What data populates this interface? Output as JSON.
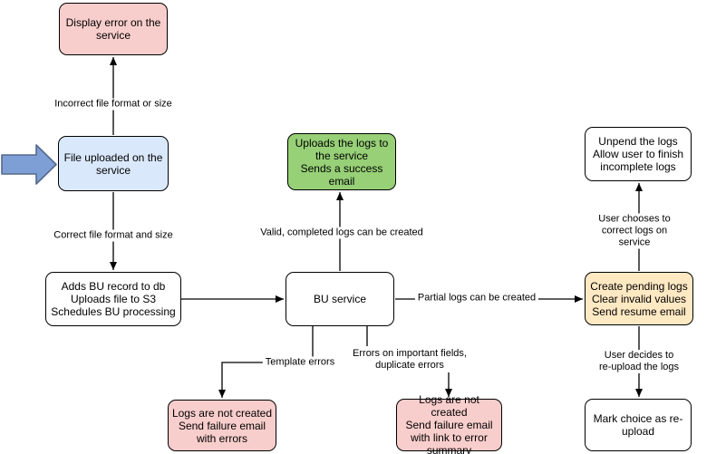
{
  "diagram": {
    "type": "flowchart",
    "background": "#ffffff",
    "nodes": {
      "display_error": {
        "label": "Display error on the\nservice",
        "fill": "#f8cecc"
      },
      "file_uploaded": {
        "label": "File uploaded on the\nservice",
        "fill": "#dae8fc"
      },
      "process_upload": {
        "label": "Adds BU record to db\nUploads file to S3\nSchedules BU processing",
        "fill": "#ffffff"
      },
      "bu_service": {
        "label": "BU service",
        "fill": "#ffffff"
      },
      "success_upload": {
        "label": "Uploads the logs to\nthe service\nSends a success\nemail",
        "fill": "#97d077"
      },
      "failure_template": {
        "label": "Logs are not created\nSend failure email\nwith errors",
        "fill": "#f8cecc"
      },
      "failure_fields": {
        "label": "Logs are not created\nSend failure email\nwith link to error\nsummary",
        "fill": "#f8cecc"
      },
      "unpend_logs": {
        "label": "Unpend the logs\nAllow user to finish\nincomplete logs",
        "fill": "#ffffff"
      },
      "create_pending": {
        "label": "Create pending logs\nClear invalid values\nSend resume email",
        "fill": "#ffe9c3"
      },
      "mark_reupload": {
        "label": "Mark choice as re-\nupload",
        "fill": "#ffffff"
      }
    },
    "edge_labels": {
      "incorrect_file": "Incorrect file format or size",
      "correct_file": "Correct file format and size",
      "valid_logs": "Valid, completed logs can be created",
      "partial_logs": "Partial logs can be created",
      "template_errors": "Template errors",
      "field_errors": "Errors on important fields,\nduplicate errors",
      "correct_on_service": "User chooses to correct logs on service",
      "reupload_decision": "User decides to re-upload the logs"
    },
    "icons": {
      "input_arrow": "thick-right-arrow"
    },
    "colors": {
      "node_border": "#000000",
      "edge_line": "#000000",
      "error_fill": "#f8cecc",
      "input_fill": "#dae8fc",
      "success_fill": "#97d077",
      "pending_fill": "#ffe9c3",
      "arrow_icon_fill": "#7e9fd6",
      "arrow_icon_border": "#55688c"
    }
  }
}
